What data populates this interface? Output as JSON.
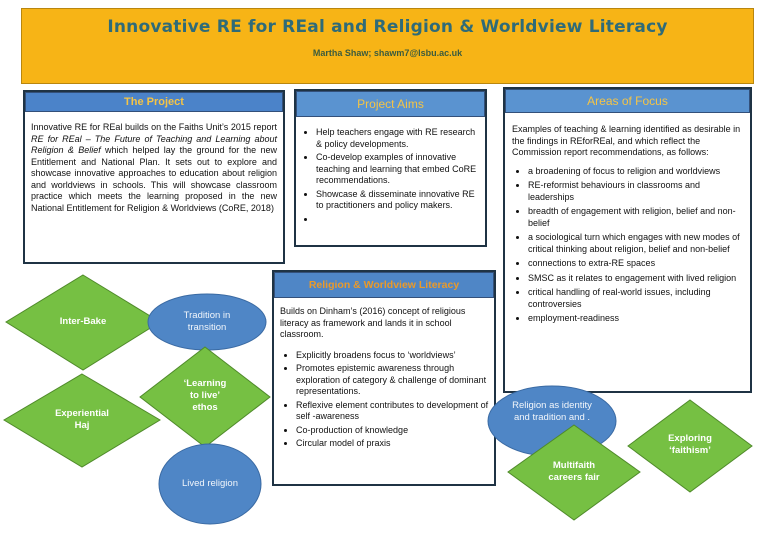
{
  "header": {
    "title": "Innovative RE for REal and Religion & Worldview Literacy",
    "author": "Martha Shaw; shawm7@lsbu.ac.uk"
  },
  "project": {
    "title": "The Project",
    "text_start": "Innovative RE for REal builds on the Faiths Unit’s 2015 report ",
    "text_italic": "RE for REal – The Future of Teaching and Learning about Religion & Belief",
    "text_end": " which helped lay the ground for the new Entitlement and National Plan. It sets out to explore and showcase innovative approaches to education about religion and worldviews in schools. This will showcase classroom practice which meets the learning proposed in the new National Entitlement for Religion & Worldviews (CoRE, 2018)"
  },
  "aims": {
    "title": "Project Aims",
    "items": [
      "Help teachers engage with RE research & policy developments.",
      "Co-develop examples of innovative teaching and learning that embed CoRE recommendations.",
      "Showcase & disseminate innovative RE to practitioners and policy makers.",
      ""
    ]
  },
  "areas": {
    "title": "Areas of Focus",
    "intro": "Examples of teaching & learning identified as desirable in the findings in REforREal, and which reflect the Commission report recommendations, as follows:",
    "items": [
      "a broadening of focus to religion and worldviews",
      "RE-reformist behaviours in classrooms and leaderships",
      "breadth of engagement with religion, belief and non-belief",
      "a sociological turn which engages with new modes of critical thinking about religion, belief and non-belief",
      "connections to extra-RE spaces",
      "SMSC as it relates to engagement with lived religion",
      "critical handling of real-world issues, including controversies",
      "employment-readiness"
    ]
  },
  "literacy": {
    "title": "Religion & Worldview Literacy",
    "intro": "Builds on Dinham’s (2016) concept of religious literacy as framework and lands it in school classroom.",
    "items": [
      "Explicitly broadens focus to ‘worldviews’",
      "Promotes epistemic awareness through exploration of category & challenge of dominant representations.",
      "Reflexive element contributes to development of self -awareness",
      "Co-production of knowledge",
      "Circular model of praxis"
    ]
  },
  "shapes": {
    "inter_bake": "Inter-Bake",
    "tradition": "Tradition in transition",
    "learning": "‘Learning to live’ ethos",
    "experiential": "Experiential Haj",
    "lived": "Lived religion",
    "identity": "Religion as identity and tradition and .",
    "multifaith": "Multifaith careers fair",
    "exploring": "Exploring ‘faithism’"
  },
  "colors": {
    "banner": "#f7b416",
    "title_blue": "#4b83c9",
    "diamond_green": "#76c043",
    "ellipse_blue": "#4f86c6"
  }
}
